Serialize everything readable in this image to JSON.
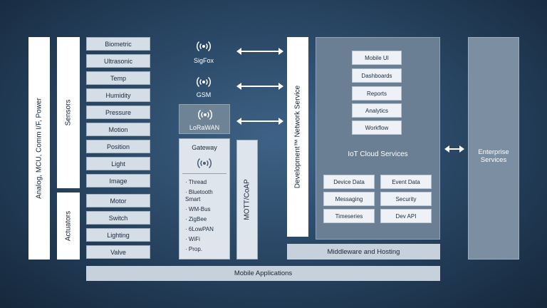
{
  "left_bar_label": "Analog, MCU, Comm I/F, Power",
  "sensors": {
    "label": "Sensors",
    "items": [
      "Biometric",
      "Ultrasonic",
      "Temp",
      "Humidity",
      "Pressure",
      "Motion",
      "Position",
      "Light",
      "Image"
    ]
  },
  "actuators": {
    "label": "Actuators",
    "items": [
      "Motor",
      "Switch",
      "Lighting",
      "Valve"
    ]
  },
  "networks": {
    "sigfox": "SigFox",
    "gsm": "GSM",
    "lorawan": "LoRaWAN"
  },
  "gateway": {
    "label": "Gateway",
    "items": [
      "· Thread",
      "· Bluetooth\nSmart",
      "· WM-Bus",
      "· ZigBee",
      "· 6LowPAN",
      "· WiFi",
      "· Prop."
    ]
  },
  "protocol_label": "MOTT/CoAP",
  "dev_network_label": "Development™ Network Service",
  "cloud": {
    "top_items": [
      "Mobile UI",
      "Dashboards",
      "Reports",
      "Analytics",
      "Workflow"
    ],
    "label": "IoT Cloud Services",
    "grid_items": [
      "Device Data",
      "Event Data",
      "Messaging",
      "Security",
      "Timeseries",
      "Dev API"
    ]
  },
  "enterprise_label": "Enterprise\nServices",
  "middleware_label": "Middleware and Hosting",
  "mobile_apps_label": "Mobile Applications"
}
